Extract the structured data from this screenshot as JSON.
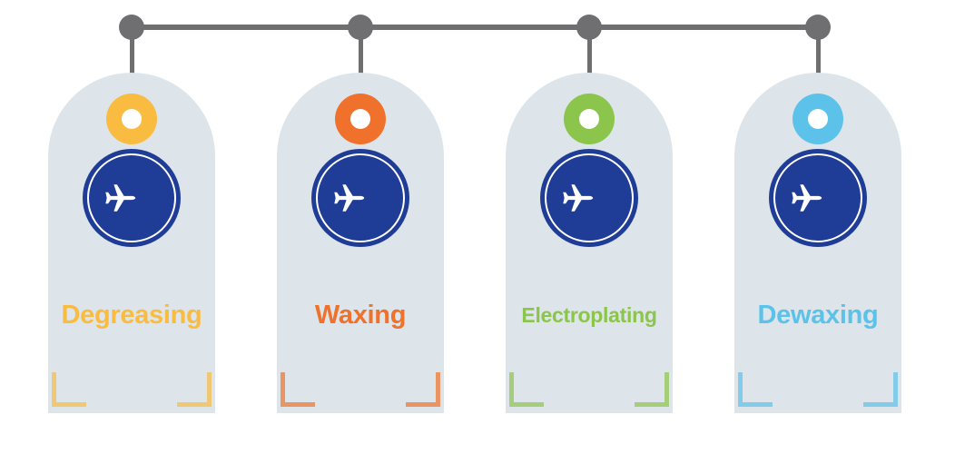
{
  "steps": [
    {
      "label": "Degreasing",
      "accent": "#f9bc41",
      "icon": "airplane-icon"
    },
    {
      "label": "Waxing",
      "accent": "#f0712b",
      "icon": "airplane-icon"
    },
    {
      "label": "Electroplating",
      "accent": "#8cc54b",
      "icon": "airplane-icon"
    },
    {
      "label": "Dewaxing",
      "accent": "#5cc2ea",
      "icon": "airplane-icon"
    }
  ],
  "colors": {
    "connector": "#6f6f71",
    "tag": "#dde5ea",
    "badge": "#1f3d96"
  }
}
